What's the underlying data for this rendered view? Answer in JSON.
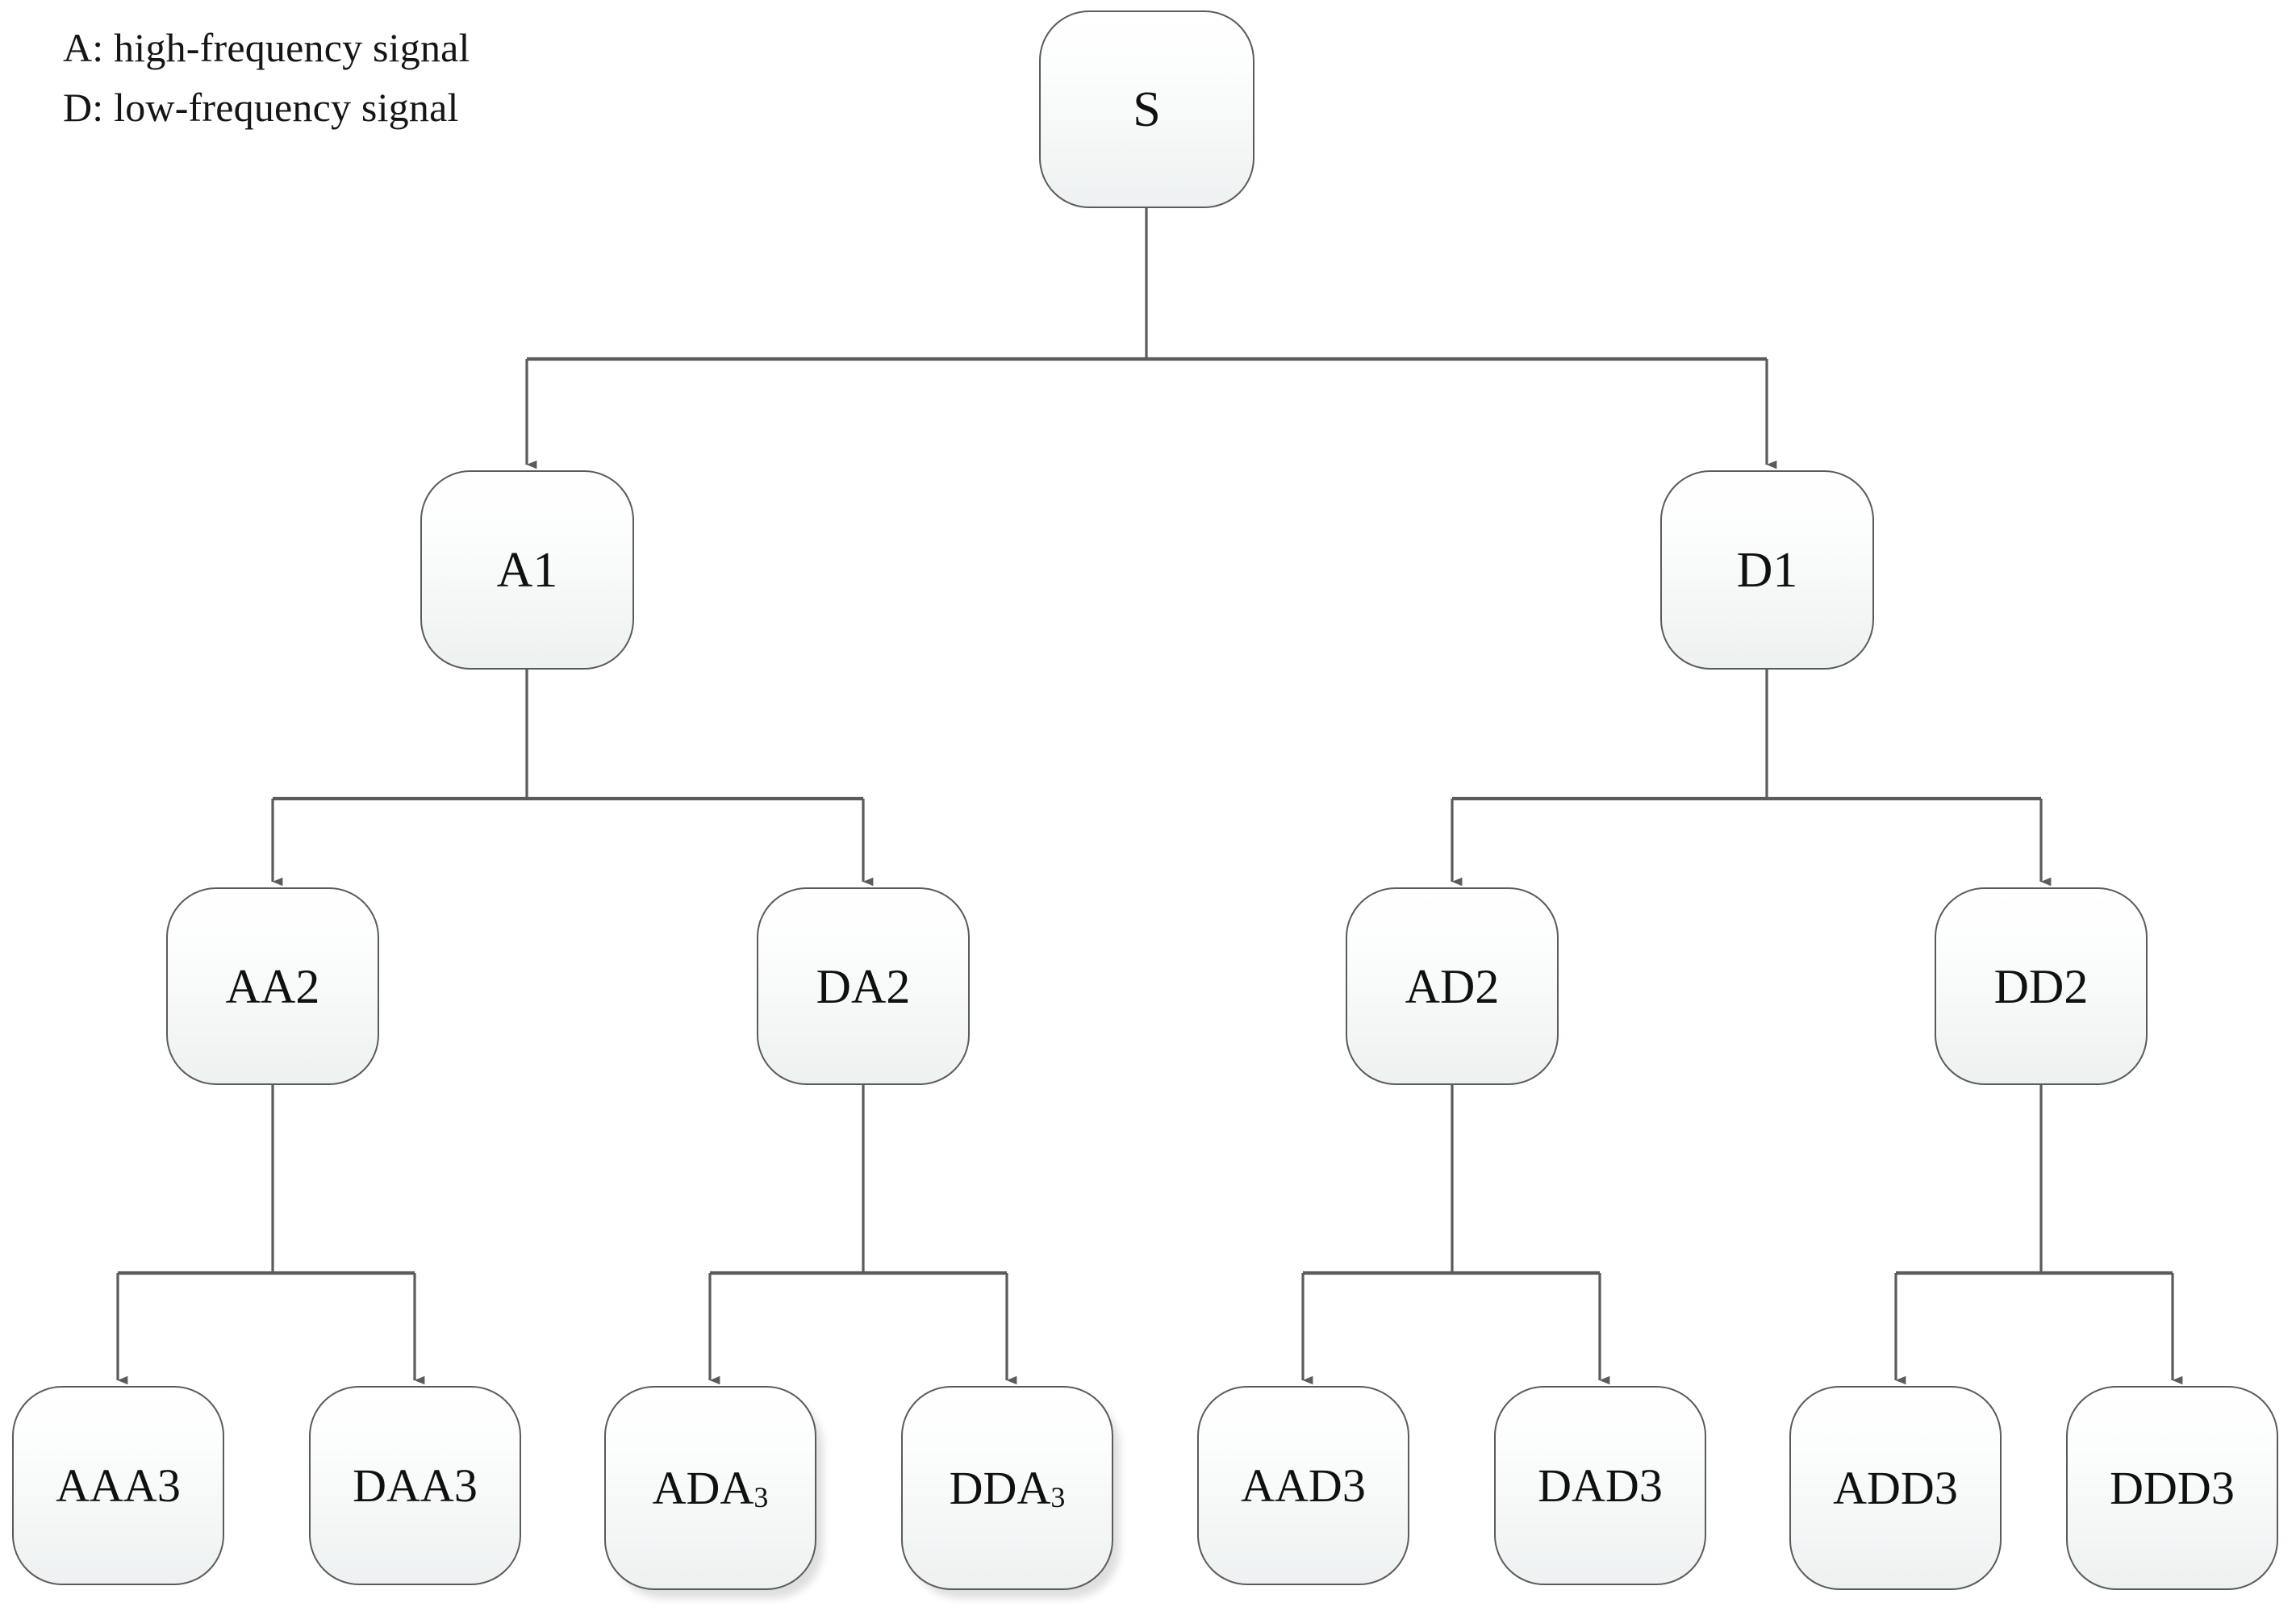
{
  "diagram": {
    "type": "wavelet-packet-decomposition-tree",
    "legend": {
      "lines": [
        "A: high-frequency signal",
        "D: low-frequency signal"
      ]
    },
    "nodes": {
      "root": {
        "id": "S",
        "label": "S",
        "level": 0
      },
      "level1": [
        {
          "id": "A1",
          "label": "A1"
        },
        {
          "id": "D1",
          "label": "D1"
        }
      ],
      "level2": [
        {
          "id": "AA2",
          "label": "AA2"
        },
        {
          "id": "DA2",
          "label": "DA2"
        },
        {
          "id": "AD2",
          "label": "AD2"
        },
        {
          "id": "DD2",
          "label": "DD2"
        }
      ],
      "level3": [
        {
          "id": "AAA3",
          "label": "AAA3",
          "subscript": false
        },
        {
          "id": "DAA3",
          "label": "DAA3",
          "subscript": false
        },
        {
          "id": "ADA3",
          "label": "ADA",
          "sub": "3",
          "subscript": true
        },
        {
          "id": "DDA3",
          "label": "DDA",
          "sub": "3",
          "subscript": true
        },
        {
          "id": "AAD3",
          "label": "AAD3",
          "subscript": false
        },
        {
          "id": "DAD3",
          "label": "DAD3",
          "subscript": false
        },
        {
          "id": "ADD3",
          "label": "ADD3",
          "subscript": false
        },
        {
          "id": "DDD3",
          "label": "DDD3",
          "subscript": false
        }
      ]
    },
    "edges": [
      {
        "from": "S",
        "to": "A1"
      },
      {
        "from": "S",
        "to": "D1"
      },
      {
        "from": "A1",
        "to": "AA2"
      },
      {
        "from": "A1",
        "to": "DA2"
      },
      {
        "from": "D1",
        "to": "AD2"
      },
      {
        "from": "D1",
        "to": "DD2"
      },
      {
        "from": "AA2",
        "to": "AAA3"
      },
      {
        "from": "AA2",
        "to": "DAA3"
      },
      {
        "from": "DA2",
        "to": "ADA3"
      },
      {
        "from": "DA2",
        "to": "DDA3"
      },
      {
        "from": "AD2",
        "to": "AAD3"
      },
      {
        "from": "AD2",
        "to": "DAD3"
      },
      {
        "from": "DD2",
        "to": "ADD3"
      },
      {
        "from": "DD2",
        "to": "DDD3"
      }
    ],
    "colors": {
      "node_border": "#5b5b5b",
      "node_fill_top": "#ffffff",
      "node_fill_bottom": "#eef1f1",
      "connector": "#5b5b5b",
      "text": "#101010",
      "background": "#ffffff"
    }
  }
}
